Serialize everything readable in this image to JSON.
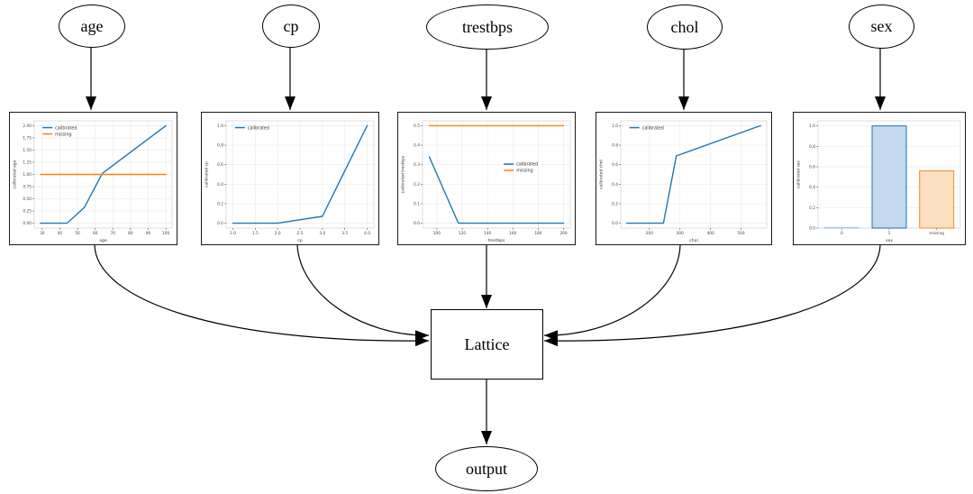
{
  "diagram": {
    "input_nodes": [
      {
        "id": "age",
        "label": "age"
      },
      {
        "id": "cp",
        "label": "cp"
      },
      {
        "id": "trestbps",
        "label": "trestbps"
      },
      {
        "id": "chol",
        "label": "chol"
      },
      {
        "id": "sex",
        "label": "sex"
      }
    ],
    "lattice_label": "Lattice",
    "output_label": "output"
  },
  "colors": {
    "calibrated_line": "#1f77b4",
    "missing_line": "#ff7f0e",
    "grid": "#ececec",
    "plot_border": "#d8d8d8",
    "tick_text": "#444444",
    "edge_stroke": "#000000"
  },
  "chart_data": [
    {
      "id": "age",
      "type": "line",
      "title": "",
      "xlabel": "age",
      "ylabel": "calibrated age",
      "xlim": [
        25.5,
        103.5
      ],
      "ylim": [
        -0.1,
        2.1
      ],
      "xticks": [
        30,
        40,
        50,
        60,
        70,
        80,
        90,
        100
      ],
      "xtick_labels": [
        "30",
        "40",
        "50",
        "60",
        "70",
        "80",
        "90",
        "100"
      ],
      "yticks": [
        0,
        0.25,
        0.5,
        0.75,
        1,
        1.25,
        1.5,
        1.75,
        2
      ],
      "ytick_labels": [
        "0.00",
        "0.25",
        "0.50",
        "0.75",
        "1.00",
        "1.25",
        "1.50",
        "1.75",
        "2.00"
      ],
      "series": [
        {
          "name": "calibrated",
          "color": "#1f77b4",
          "points": [
            [
              29,
              0
            ],
            [
              44,
              0
            ],
            [
              49,
              0.16
            ],
            [
              54,
              0.33
            ],
            [
              64,
              1.02
            ],
            [
              100,
              2.0
            ]
          ]
        },
        {
          "name": "missing",
          "color": "#ff7f0e",
          "points": [
            [
              29,
              1.0
            ],
            [
              100,
              1.0
            ]
          ]
        }
      ],
      "legend": {
        "x": 0.06,
        "y": 0.03,
        "entries": [
          "calibrated",
          "missing"
        ]
      }
    },
    {
      "id": "cp",
      "type": "line",
      "title": "",
      "xlabel": "cp",
      "ylabel": "calibrated cp",
      "xlim": [
        0.85,
        4.15
      ],
      "ylim": [
        -0.05,
        1.05
      ],
      "xticks": [
        1,
        1.5,
        2,
        2.5,
        3,
        3.5,
        4
      ],
      "xtick_labels": [
        "1.0",
        "1.5",
        "2.0",
        "2.5",
        "3.0",
        "3.5",
        "4.0"
      ],
      "yticks": [
        0,
        0.2,
        0.4,
        0.6,
        0.8,
        1
      ],
      "ytick_labels": [
        "0.0",
        "0.2",
        "0.4",
        "0.6",
        "0.8",
        "1.0"
      ],
      "series": [
        {
          "name": "calibrated",
          "color": "#1f77b4",
          "points": [
            [
              1,
              0
            ],
            [
              2,
              0
            ],
            [
              3,
              0.07
            ],
            [
              4,
              1.0
            ]
          ]
        }
      ],
      "legend": {
        "x": 0.06,
        "y": 0.03,
        "entries": [
          "calibrated"
        ]
      }
    },
    {
      "id": "trestbps",
      "type": "line",
      "title": "",
      "xlabel": "trestbps",
      "ylabel": "calibrated trestbps",
      "xlim": [
        88.7,
        205.3
      ],
      "ylim": [
        -0.025,
        0.525
      ],
      "xticks": [
        100,
        120,
        140,
        160,
        180,
        200
      ],
      "xtick_labels": [
        "100",
        "120",
        "140",
        "160",
        "180",
        "200"
      ],
      "yticks": [
        0,
        0.1,
        0.2,
        0.3,
        0.4,
        0.5
      ],
      "ytick_labels": [
        "0.0",
        "0.1",
        "0.2",
        "0.3",
        "0.4",
        "0.5"
      ],
      "series": [
        {
          "name": "calibrated",
          "color": "#1f77b4",
          "points": [
            [
              94,
              0.34
            ],
            [
              117,
              0
            ],
            [
              200,
              0
            ]
          ]
        },
        {
          "name": "missing",
          "color": "#ff7f0e",
          "points": [
            [
              94,
              0.5
            ],
            [
              200,
              0.5
            ]
          ]
        }
      ],
      "legend": {
        "x": 0.55,
        "y": 0.37,
        "entries": [
          "calibrated",
          "missing"
        ]
      }
    },
    {
      "id": "chol",
      "type": "line",
      "title": "",
      "xlabel": "chol",
      "ylabel": "calibrated chol",
      "xlim": [
        106,
        584
      ],
      "ylim": [
        -0.05,
        1.05
      ],
      "xticks": [
        200,
        300,
        400,
        500
      ],
      "xtick_labels": [
        "200",
        "300",
        "400",
        "500"
      ],
      "yticks": [
        0,
        0.2,
        0.4,
        0.6,
        0.8,
        1
      ],
      "ytick_labels": [
        "0.0",
        "0.2",
        "0.4",
        "0.6",
        "0.8",
        "1.0"
      ],
      "series": [
        {
          "name": "calibrated",
          "color": "#1f77b4",
          "points": [
            [
              126,
              0
            ],
            [
              246,
              0
            ],
            [
              288,
              0.69
            ],
            [
              564,
              1.0
            ]
          ]
        }
      ],
      "legend": {
        "x": 0.06,
        "y": 0.03,
        "entries": [
          "calibrated"
        ]
      }
    },
    {
      "id": "sex",
      "type": "bar",
      "title": "",
      "xlabel": "sex",
      "ylabel": "calibrated sex",
      "ylim": [
        0,
        1.05
      ],
      "categories": [
        "0",
        "1",
        "missing"
      ],
      "values": [
        0.005,
        1.0,
        0.56
      ],
      "yticks": [
        0,
        0.2,
        0.4,
        0.6,
        0.8,
        1
      ],
      "ytick_labels": [
        "0.0",
        "0.2",
        "0.4",
        "0.6",
        "0.8",
        "1.0"
      ],
      "bar_styles": [
        {
          "fill": "#e8f0f8",
          "edge": "#a6c8e4"
        },
        {
          "fill": "#c5d9ee",
          "edge": "#2b7bbd"
        },
        {
          "fill": "#fbdfc2",
          "edge": "#f59237"
        }
      ]
    }
  ]
}
